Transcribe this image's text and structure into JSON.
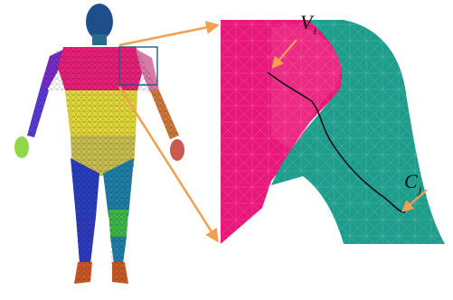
{
  "labels": {
    "vertex": {
      "main": "V",
      "sub": "i"
    },
    "curve": {
      "main": "C",
      "sub": "j"
    }
  },
  "colors": {
    "head": "#1e4f8a",
    "torso_upper": "#e8207a",
    "shoulder_left": "#7a2cc8",
    "forearm_left": "#5a3ad8",
    "arm_right": "#d07a3a",
    "belly": "#e2d83a",
    "hips": "#c8bf50",
    "leg_left": "#2a3fbf",
    "leg_right": "#1f7fa8",
    "knee": "#3fb84a",
    "hand": "#8fd84a",
    "feet": "#c85a28",
    "zoom_pink": "#e8187a",
    "zoom_teal": "#1e9c8c",
    "arrow": "#f0a050",
    "box": "#2a5a7a",
    "curve_line": "#111111"
  },
  "icons": [
    "human-mesh-icon"
  ]
}
